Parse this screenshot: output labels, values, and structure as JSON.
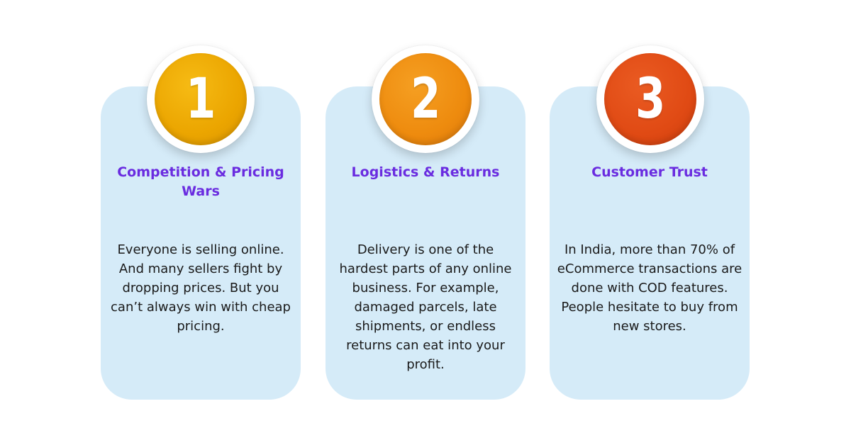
{
  "cards": [
    {
      "number": "1",
      "title": "Competition & Pricing Wars",
      "body": "Everyone is selling online. And many sellers fight by dropping prices. But you can’t always win with cheap pricing."
    },
    {
      "number": "2",
      "title": "Logistics & Returns",
      "body": "Delivery is one of the hardest parts of any online business. For example, damaged parcels, late shipments, or endless returns can eat into your profit."
    },
    {
      "number": "3",
      "title": "Customer Trust",
      "body": "In India, more than 70% of eCommerce transactions are done with COD features. People hesitate to buy from new stores."
    }
  ],
  "colors": {
    "card_background": "#d5ebf8",
    "title": "#6a2ce0",
    "badge_1": "#eba500",
    "badge_2": "#ee8b0e",
    "badge_3": "#e04a14"
  }
}
